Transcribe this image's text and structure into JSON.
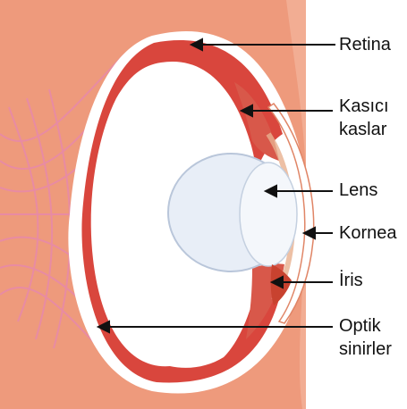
{
  "colors": {
    "skin": "#ee9a7c",
    "skin_dark": "#e08566",
    "sclera_band": "#d9463d",
    "vitreous": "#ffffff",
    "lens_fill": "#e8eef7",
    "lens_edge": "#b9c6da",
    "nerve": "#e88aa8",
    "muscle": "#d8584a",
    "arrow": "#111111",
    "text": "#111111"
  },
  "labels": {
    "retina": "Retina",
    "ciliary_line1": "Kasıcı",
    "ciliary_line2": "kaslar",
    "lens": "Lens",
    "cornea": "Kornea",
    "iris": "İris",
    "optic_line1": "Optik",
    "optic_line2": "sinirler"
  }
}
